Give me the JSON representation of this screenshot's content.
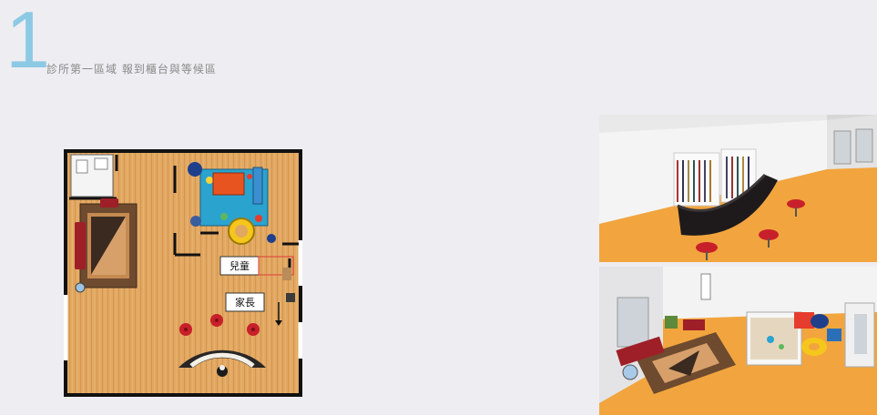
{
  "section": {
    "number": "1",
    "title": "診所第一區域  報到櫃台與等候區"
  },
  "floorplan": {
    "labels": {
      "children": "兒童",
      "parents": "家長"
    }
  },
  "colors": {
    "accent": "#8cc9e4",
    "background": "#eeedf1",
    "floor_wood": "#e2a862",
    "floor_render": "#f2a53e",
    "counter": "#1e1a1c",
    "chair_red": "#c8202a"
  },
  "renders": [
    {
      "view": "reception-counter-3d"
    },
    {
      "view": "waiting-area-3d"
    }
  ]
}
